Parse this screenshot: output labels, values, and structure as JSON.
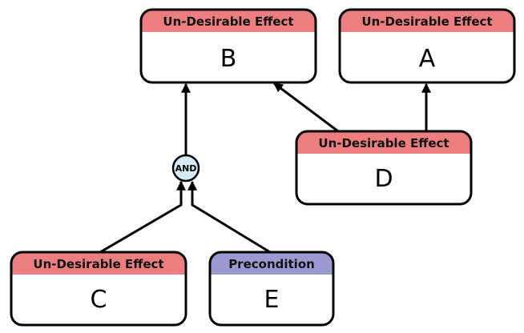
{
  "colors": {
    "undesirable_header": "#ec7e80",
    "precondition_header": "#9a9ad0",
    "node_body": "#ffffff",
    "node_border": "#000000",
    "and_gate_fill": "#d7ecf6"
  },
  "nodes": {
    "B": {
      "header": "Un-Desirable Effect",
      "label": "B",
      "kind": "undesirable"
    },
    "A": {
      "header": "Un-Desirable Effect",
      "label": "A",
      "kind": "undesirable"
    },
    "D": {
      "header": "Un-Desirable Effect",
      "label": "D",
      "kind": "undesirable"
    },
    "C": {
      "header": "Un-Desirable Effect",
      "label": "C",
      "kind": "undesirable"
    },
    "E": {
      "header": "Precondition",
      "label": "E",
      "kind": "precondition"
    }
  },
  "and_gate": {
    "label": "AND"
  },
  "edges": [
    {
      "from": "C",
      "to": "AND"
    },
    {
      "from": "E",
      "to": "AND"
    },
    {
      "from": "AND",
      "to": "B"
    },
    {
      "from": "D",
      "to": "B"
    },
    {
      "from": "D",
      "to": "A"
    }
  ]
}
